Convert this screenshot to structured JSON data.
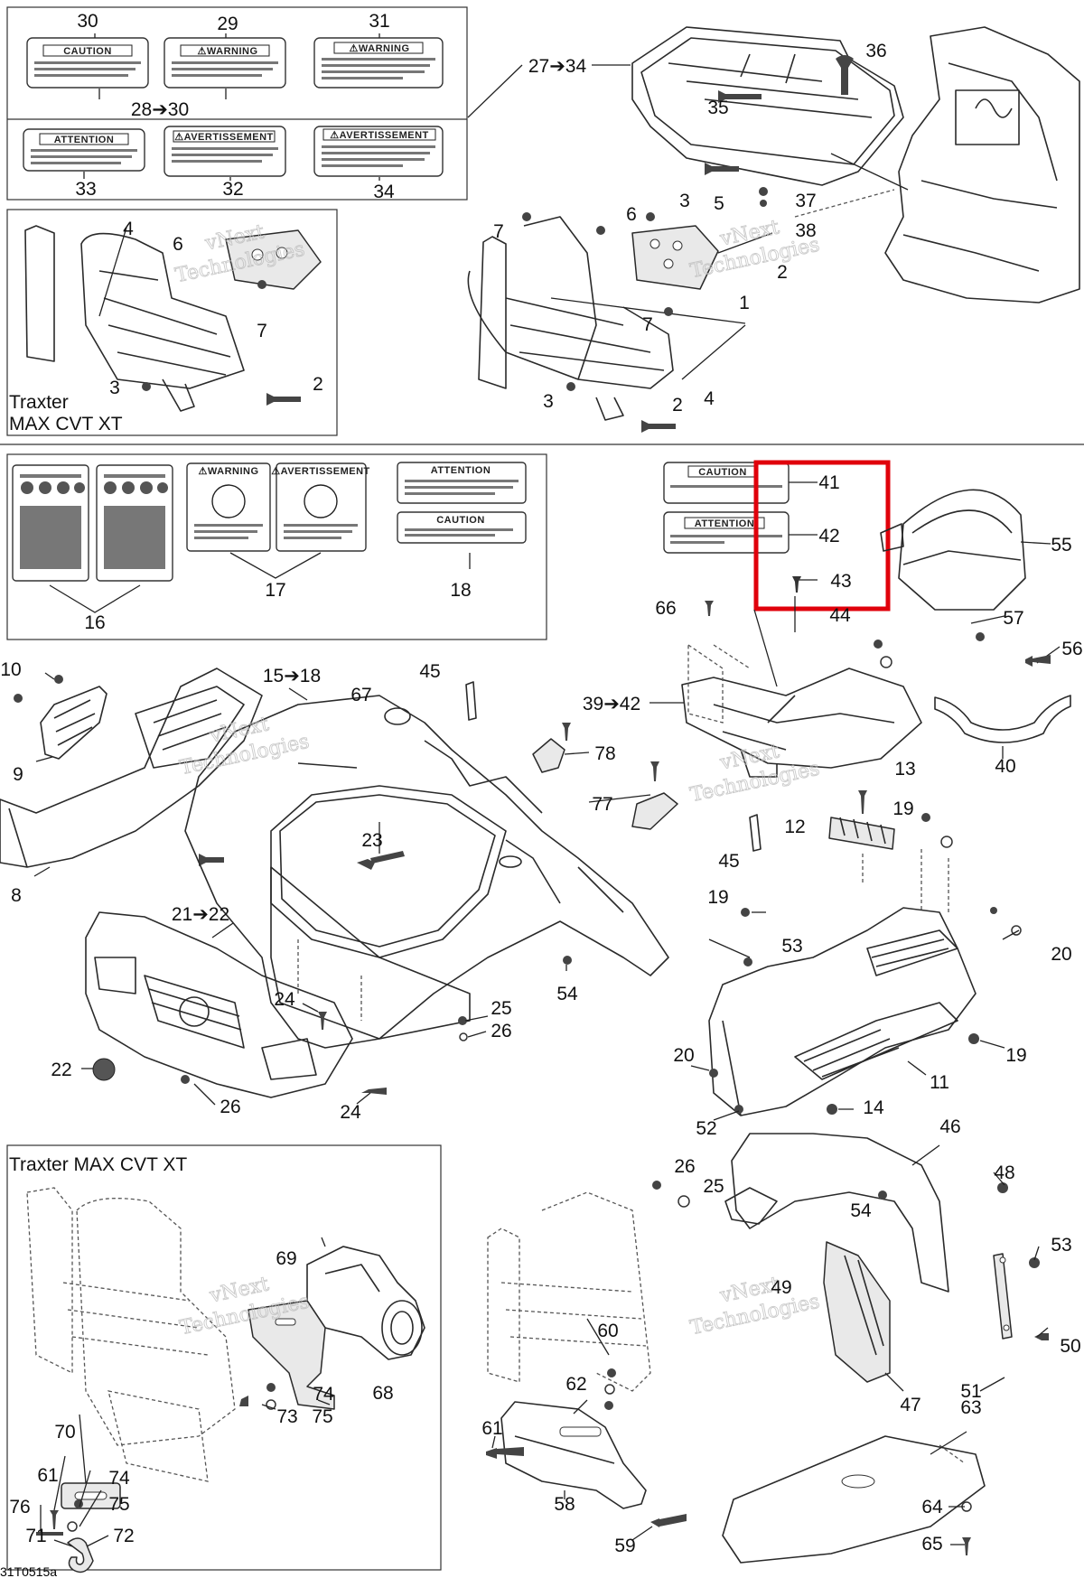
{
  "figure_id": "31T0515a",
  "variant_labels": {
    "top_left": [
      "Traxter",
      "MAX CVT XT"
    ],
    "bottom_left": "Traxter MAX CVT XT"
  },
  "decal_texts": {
    "caution": "CAUTION",
    "warning": "WARNING",
    "attention": "ATTENTION",
    "avertissement": "AVERTISSEMENT"
  },
  "watermark": [
    "vNext",
    "Technologies"
  ],
  "highlight_color": "#e0000b",
  "callouts": [
    {
      "id": "c30",
      "text": "30"
    },
    {
      "id": "c29",
      "text": "29"
    },
    {
      "id": "c31",
      "text": "31"
    },
    {
      "id": "c28_30",
      "text": "28➔30"
    },
    {
      "id": "c33",
      "text": "33"
    },
    {
      "id": "c32",
      "text": "32"
    },
    {
      "id": "c34",
      "text": "34"
    },
    {
      "id": "c27_34",
      "text": "27➔34"
    },
    {
      "id": "c36",
      "text": "36"
    },
    {
      "id": "c35",
      "text": "35"
    },
    {
      "id": "c5",
      "text": "5"
    },
    {
      "id": "c37",
      "text": "37"
    },
    {
      "id": "c38",
      "text": "38"
    },
    {
      "id": "c4a",
      "text": "4"
    },
    {
      "id": "c6a",
      "text": "6"
    },
    {
      "id": "c7a",
      "text": "7"
    },
    {
      "id": "c3a",
      "text": "3"
    },
    {
      "id": "c2a",
      "text": "2"
    },
    {
      "id": "c7b",
      "text": "7"
    },
    {
      "id": "c6b",
      "text": "6"
    },
    {
      "id": "c3b",
      "text": "3"
    },
    {
      "id": "c2b",
      "text": "2"
    },
    {
      "id": "c1",
      "text": "1"
    },
    {
      "id": "c7c",
      "text": "7"
    },
    {
      "id": "c3c",
      "text": "3"
    },
    {
      "id": "c2c",
      "text": "2"
    },
    {
      "id": "c4b",
      "text": "4"
    },
    {
      "id": "c16",
      "text": "16"
    },
    {
      "id": "c17",
      "text": "17"
    },
    {
      "id": "c18",
      "text": "18"
    },
    {
      "id": "c41",
      "text": "41"
    },
    {
      "id": "c42",
      "text": "42"
    },
    {
      "id": "c43",
      "text": "43"
    },
    {
      "id": "c44",
      "text": "44"
    },
    {
      "id": "c55",
      "text": "55"
    },
    {
      "id": "c57",
      "text": "57"
    },
    {
      "id": "c56",
      "text": "56"
    },
    {
      "id": "c66",
      "text": "66"
    },
    {
      "id": "c39_42",
      "text": "39➔42"
    },
    {
      "id": "c40",
      "text": "40"
    },
    {
      "id": "c10",
      "text": "10"
    },
    {
      "id": "c9",
      "text": "9"
    },
    {
      "id": "c8",
      "text": "8"
    },
    {
      "id": "c15_18",
      "text": "15➔18"
    },
    {
      "id": "c67",
      "text": "67"
    },
    {
      "id": "c45a",
      "text": "45"
    },
    {
      "id": "c78",
      "text": "78"
    },
    {
      "id": "c77",
      "text": "77"
    },
    {
      "id": "c13",
      "text": "13"
    },
    {
      "id": "c12",
      "text": "12"
    },
    {
      "id": "c19a",
      "text": "19"
    },
    {
      "id": "c45b",
      "text": "45"
    },
    {
      "id": "c23",
      "text": "23"
    },
    {
      "id": "c21_22",
      "text": "21➔22"
    },
    {
      "id": "c19b",
      "text": "19"
    },
    {
      "id": "c53a",
      "text": "53"
    },
    {
      "id": "c20a",
      "text": "20"
    },
    {
      "id": "c54a",
      "text": "54"
    },
    {
      "id": "c24a",
      "text": "24"
    },
    {
      "id": "c25a",
      "text": "25"
    },
    {
      "id": "c26a",
      "text": "26"
    },
    {
      "id": "c22",
      "text": "22"
    },
    {
      "id": "c26b",
      "text": "26"
    },
    {
      "id": "c24b",
      "text": "24"
    },
    {
      "id": "c19c",
      "text": "19"
    },
    {
      "id": "c20b",
      "text": "20"
    },
    {
      "id": "c11",
      "text": "11"
    },
    {
      "id": "c14",
      "text": "14"
    },
    {
      "id": "c52",
      "text": "52"
    },
    {
      "id": "c46",
      "text": "46"
    },
    {
      "id": "c26c",
      "text": "26"
    },
    {
      "id": "c25b",
      "text": "25"
    },
    {
      "id": "c48",
      "text": "48"
    },
    {
      "id": "c54b",
      "text": "54"
    },
    {
      "id": "c53b",
      "text": "53"
    },
    {
      "id": "c49",
      "text": "49"
    },
    {
      "id": "c50",
      "text": "50"
    },
    {
      "id": "c51",
      "text": "51"
    },
    {
      "id": "c47",
      "text": "47"
    },
    {
      "id": "c69",
      "text": "69"
    },
    {
      "id": "c74a",
      "text": "74"
    },
    {
      "id": "c68",
      "text": "68"
    },
    {
      "id": "c73",
      "text": "73"
    },
    {
      "id": "c75a",
      "text": "75"
    },
    {
      "id": "c60",
      "text": "60"
    },
    {
      "id": "c62",
      "text": "62"
    },
    {
      "id": "c63",
      "text": "63"
    },
    {
      "id": "c70",
      "text": "70"
    },
    {
      "id": "c61a",
      "text": "61"
    },
    {
      "id": "c74b",
      "text": "74"
    },
    {
      "id": "c75b",
      "text": "75"
    },
    {
      "id": "c76",
      "text": "76"
    },
    {
      "id": "c71",
      "text": "71"
    },
    {
      "id": "c72",
      "text": "72"
    },
    {
      "id": "c61b",
      "text": "61"
    },
    {
      "id": "c58",
      "text": "58"
    },
    {
      "id": "c59",
      "text": "59"
    },
    {
      "id": "c64",
      "text": "64"
    },
    {
      "id": "c65",
      "text": "65"
    }
  ]
}
